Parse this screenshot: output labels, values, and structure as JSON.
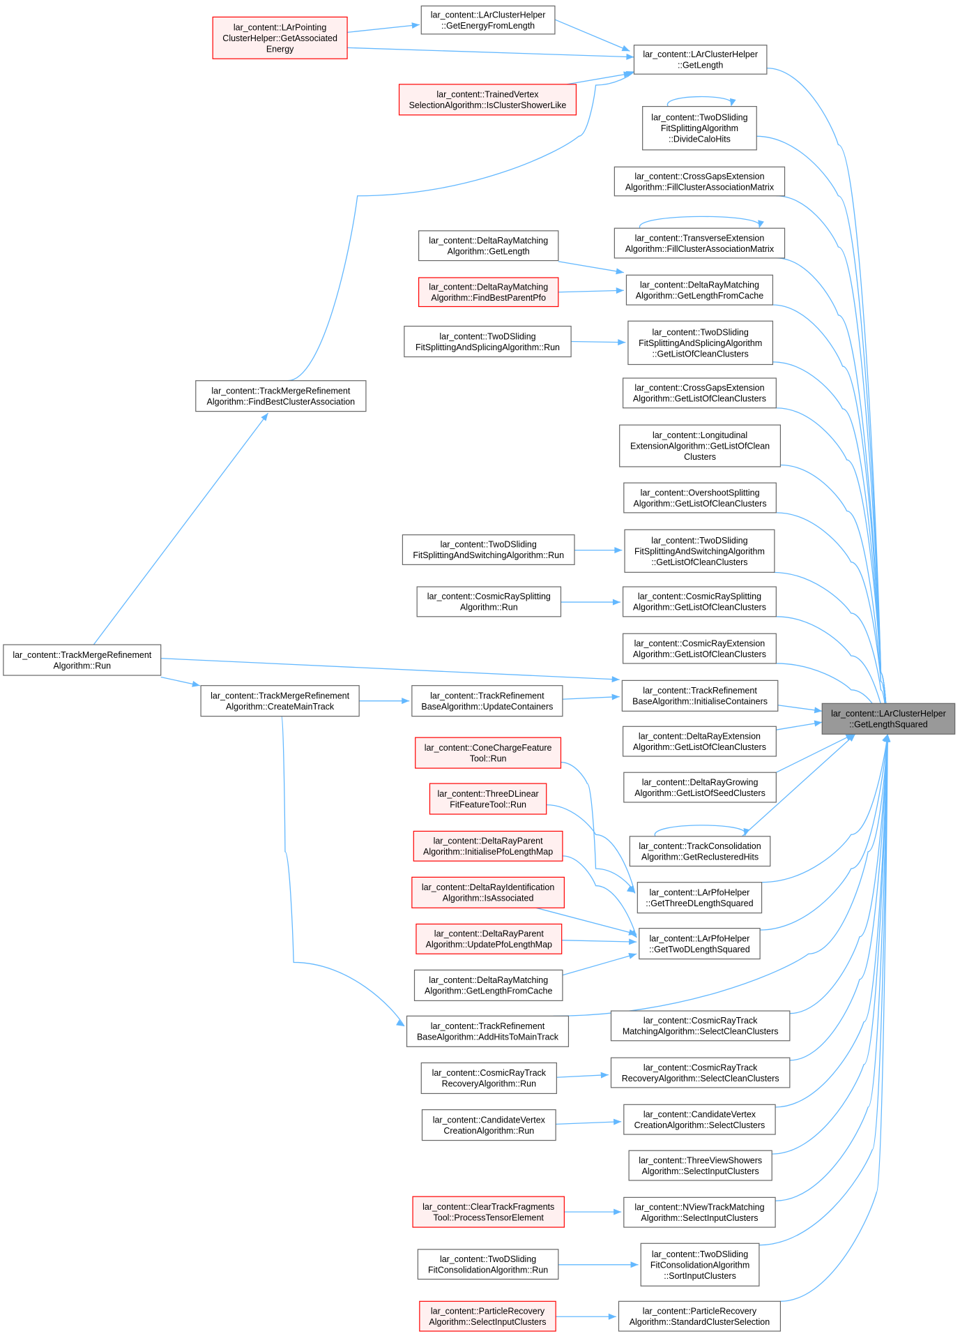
{
  "colors": {
    "edge": "#63b8ff",
    "node_border": "#666666",
    "partial_node_border": "#ff0000",
    "partial_node_fill": "#fff0f0",
    "focus_node_fill": "#999999"
  },
  "nodes": [
    {
      "id": "focus",
      "kind": "focus",
      "lines": [
        "lar_content::LArClusterHelper",
        "::GetLengthSquared"
      ]
    },
    {
      "id": "pointing",
      "kind": "partial",
      "lines": [
        "lar_content::LArPointing",
        "ClusterHelper::GetAssociated",
        "Energy"
      ]
    },
    {
      "id": "energy",
      "kind": "normal",
      "lines": [
        "lar_content::LArClusterHelper",
        "::GetEnergyFromLength"
      ]
    },
    {
      "id": "getlength",
      "kind": "normal",
      "lines": [
        "lar_content::LArClusterHelper",
        "::GetLength"
      ]
    },
    {
      "id": "trained",
      "kind": "partial",
      "lines": [
        "lar_content::TrainedVertex",
        "SelectionAlgorithm::IsClusterShowerLike"
      ]
    },
    {
      "id": "dividecalo",
      "kind": "normal",
      "lines": [
        "lar_content::TwoDSliding",
        "FitSplittingAlgorithm",
        "::DivideCaloHits"
      ]
    },
    {
      "id": "crossgapsfill",
      "kind": "normal",
      "lines": [
        "lar_content::CrossGapsExtension",
        "Algorithm::FillClusterAssociationMatrix"
      ]
    },
    {
      "id": "transversefill",
      "kind": "normal",
      "lines": [
        "lar_content::TransverseExtension",
        "Algorithm::FillClusterAssociationMatrix"
      ]
    },
    {
      "id": "drmgetlength",
      "kind": "normal",
      "lines": [
        "lar_content::DeltaRayMatching",
        "Algorithm::GetLength"
      ]
    },
    {
      "id": "drmbestparent",
      "kind": "partial",
      "lines": [
        "lar_content::DeltaRayMatching",
        "Algorithm::FindBestParentPfo"
      ]
    },
    {
      "id": "drmcache",
      "kind": "normal",
      "lines": [
        "lar_content::DeltaRayMatching",
        "Algorithm::GetLengthFromCache"
      ]
    },
    {
      "id": "tdsplicerun",
      "kind": "normal",
      "lines": [
        "lar_content::TwoDSliding",
        "FitSplittingAndSplicingAlgorithm::Run"
      ]
    },
    {
      "id": "tdsplicelist",
      "kind": "normal",
      "lines": [
        "lar_content::TwoDSliding",
        "FitSplittingAndSplicingAlgorithm",
        "::GetListOfCleanClusters"
      ]
    },
    {
      "id": "crossgapslist",
      "kind": "normal",
      "lines": [
        "lar_content::CrossGapsExtension",
        "Algorithm::GetListOfCleanClusters"
      ]
    },
    {
      "id": "tmfind",
      "kind": "normal",
      "lines": [
        "lar_content::TrackMergeRefinement",
        "Algorithm::FindBestClusterAssociation"
      ]
    },
    {
      "id": "longlist",
      "kind": "normal",
      "lines": [
        "lar_content::Longitudinal",
        "ExtensionAlgorithm::GetListOfClean",
        "Clusters"
      ]
    },
    {
      "id": "overshootlist",
      "kind": "normal",
      "lines": [
        "lar_content::OvershootSplitting",
        "Algorithm::GetListOfCleanClusters"
      ]
    },
    {
      "id": "tdswitchrun",
      "kind": "normal",
      "lines": [
        "lar_content::TwoDSliding",
        "FitSplittingAndSwitchingAlgorithm::Run"
      ]
    },
    {
      "id": "tdswitchlist",
      "kind": "normal",
      "lines": [
        "lar_content::TwoDSliding",
        "FitSplittingAndSwitchingAlgorithm",
        "::GetListOfCleanClusters"
      ]
    },
    {
      "id": "crsrun",
      "kind": "normal",
      "lines": [
        "lar_content::CosmicRaySplitting",
        "Algorithm::Run"
      ]
    },
    {
      "id": "crslist",
      "kind": "normal",
      "lines": [
        "lar_content::CosmicRaySplitting",
        "Algorithm::GetListOfCleanClusters"
      ]
    },
    {
      "id": "crelist",
      "kind": "normal",
      "lines": [
        "lar_content::CosmicRayExtension",
        "Algorithm::GetListOfCleanClusters"
      ]
    },
    {
      "id": "tmrun",
      "kind": "normal",
      "lines": [
        "lar_content::TrackMergeRefinement",
        "Algorithm::Run"
      ]
    },
    {
      "id": "tmcreate",
      "kind": "normal",
      "lines": [
        "lar_content::TrackMergeRefinement",
        "Algorithm::CreateMainTrack"
      ]
    },
    {
      "id": "trupdate",
      "kind": "normal",
      "lines": [
        "lar_content::TrackRefinement",
        "BaseAlgorithm::UpdateContainers"
      ]
    },
    {
      "id": "trinit",
      "kind": "normal",
      "lines": [
        "lar_content::TrackRefinement",
        "BaseAlgorithm::InitialiseContainers"
      ]
    },
    {
      "id": "drelist",
      "kind": "normal",
      "lines": [
        "lar_content::DeltaRayExtension",
        "Algorithm::GetListOfCleanClusters"
      ]
    },
    {
      "id": "conecharge",
      "kind": "partial",
      "lines": [
        "lar_content::ConeChargeFeature",
        "Tool::Run"
      ]
    },
    {
      "id": "drgseed",
      "kind": "normal",
      "lines": [
        "lar_content::DeltaRayGrowing",
        "Algorithm::GetListOfSeedClusters"
      ]
    },
    {
      "id": "threedlinear",
      "kind": "partial",
      "lines": [
        "lar_content::ThreeDLinear",
        "FitFeatureTool::Run"
      ]
    },
    {
      "id": "tcrecl",
      "kind": "normal",
      "lines": [
        "lar_content::TrackConsolidation",
        "Algorithm::GetReclusteredHits"
      ]
    },
    {
      "id": "drpinit",
      "kind": "partial",
      "lines": [
        "lar_content::DeltaRayParent",
        "Algorithm::InitialisePfoLengthMap"
      ]
    },
    {
      "id": "pfo3d",
      "kind": "normal",
      "lines": [
        "lar_content::LArPfoHelper",
        "::GetThreeDLengthSquared"
      ]
    },
    {
      "id": "drident",
      "kind": "partial",
      "lines": [
        "lar_content::DeltaRayIdentification",
        "Algorithm::IsAssociated"
      ]
    },
    {
      "id": "drpupdate",
      "kind": "partial",
      "lines": [
        "lar_content::DeltaRayParent",
        "Algorithm::UpdatePfoLengthMap"
      ]
    },
    {
      "id": "pfo2d",
      "kind": "normal",
      "lines": [
        "lar_content::LArPfoHelper",
        "::GetTwoDLengthSquared"
      ]
    },
    {
      "id": "drmcache2",
      "kind": "normal",
      "lines": [
        "lar_content::DeltaRayMatching",
        "Algorithm::GetLengthFromCache"
      ]
    },
    {
      "id": "traddhits",
      "kind": "normal",
      "lines": [
        "lar_content::TrackRefinement",
        "BaseAlgorithm::AddHitsToMainTrack"
      ]
    },
    {
      "id": "crtmselect",
      "kind": "normal",
      "lines": [
        "lar_content::CosmicRayTrack",
        "MatchingAlgorithm::SelectCleanClusters"
      ]
    },
    {
      "id": "crtrrun",
      "kind": "normal",
      "lines": [
        "lar_content::CosmicRayTrack",
        "RecoveryAlgorithm::Run"
      ]
    },
    {
      "id": "crtrselect",
      "kind": "normal",
      "lines": [
        "lar_content::CosmicRayTrack",
        "RecoveryAlgorithm::SelectCleanClusters"
      ]
    },
    {
      "id": "cvrun",
      "kind": "normal",
      "lines": [
        "lar_content::CandidateVertex",
        "CreationAlgorithm::Run"
      ]
    },
    {
      "id": "cvselect",
      "kind": "normal",
      "lines": [
        "lar_content::CandidateVertex",
        "CreationAlgorithm::SelectClusters"
      ]
    },
    {
      "id": "tvsselect",
      "kind": "normal",
      "lines": [
        "lar_content::ThreeViewShowers",
        "Algorithm::SelectInputClusters"
      ]
    },
    {
      "id": "ctfprocess",
      "kind": "partial",
      "lines": [
        "lar_content::ClearTrackFragments",
        "Tool::ProcessTensorElement"
      ]
    },
    {
      "id": "nvtmselect",
      "kind": "normal",
      "lines": [
        "lar_content::NViewTrackMatching",
        "Algorithm::SelectInputClusters"
      ]
    },
    {
      "id": "tdconsrun",
      "kind": "normal",
      "lines": [
        "lar_content::TwoDSliding",
        "FitConsolidationAlgorithm::Run"
      ]
    },
    {
      "id": "tdconssort",
      "kind": "normal",
      "lines": [
        "lar_content::TwoDSliding",
        "FitConsolidationAlgorithm",
        "::SortInputClusters"
      ]
    },
    {
      "id": "prselect",
      "kind": "partial",
      "lines": [
        "lar_content::ParticleRecovery",
        "Algorithm::SelectInputClusters"
      ]
    },
    {
      "id": "prstandard",
      "kind": "normal",
      "lines": [
        "lar_content::ParticleRecovery",
        "Algorithm::StandardClusterSelection"
      ]
    }
  ]
}
